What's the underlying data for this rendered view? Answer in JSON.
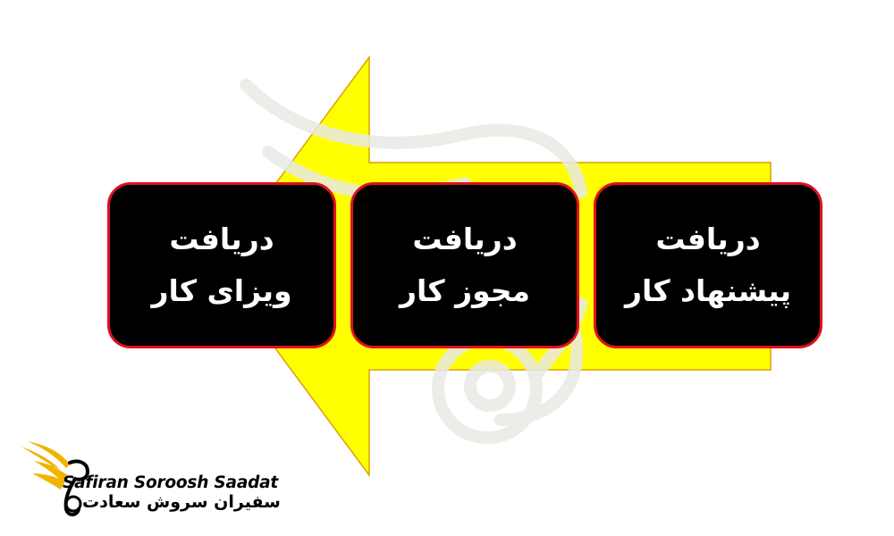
{
  "colors": {
    "arrow_fill": "#ffff00",
    "arrow_stroke": "#d8a400",
    "box_fill": "#000000",
    "box_border": "#e0101c",
    "box_text": "#ffffff",
    "logo_wing": "#f0b400"
  },
  "flow_direction": "right-to-left",
  "steps": [
    {
      "line1": "دریافت",
      "line2": "پیشنهاد کار"
    },
    {
      "line1": "دریافت",
      "line2": "مجوز کار"
    },
    {
      "line1": "دریافت",
      "line2": "ویزای کار"
    }
  ],
  "logo": {
    "name_en": "Safiran Soroosh Saadat",
    "name_fa": "سفیران سروش سعادت",
    "icon": "golden-bird-logo-icon"
  },
  "watermark": {
    "icon": "bird-watermark-icon"
  }
}
